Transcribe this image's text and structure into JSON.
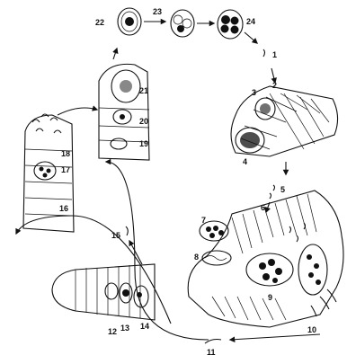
{
  "diagram": {
    "stage_labels": [
      "1",
      "2",
      "3",
      "4",
      "5",
      "6",
      "7",
      "8",
      "9",
      "10",
      "11",
      "12",
      "13",
      "14",
      "15",
      "16",
      "17",
      "18",
      "19",
      "20",
      "21",
      "22",
      "23",
      "24"
    ],
    "colors": {
      "ink": "#111111",
      "paper": "#ffffff"
    }
  }
}
